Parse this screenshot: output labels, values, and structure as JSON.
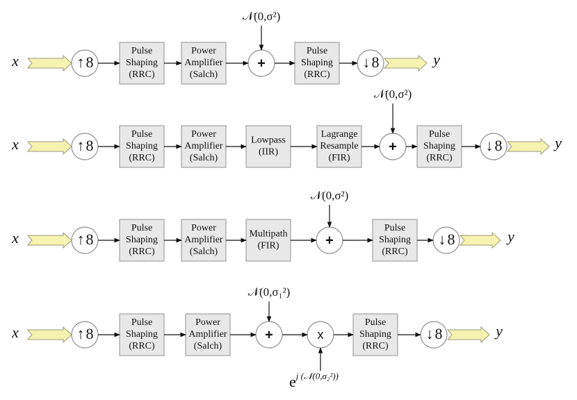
{
  "chains": [
    {
      "input": "x",
      "output": "y",
      "blocks": [
        {
          "kind": "up",
          "arrow": "↑",
          "factor": "8"
        },
        {
          "kind": "box",
          "lines": [
            "Pulse",
            "Shaping",
            "(RRC)"
          ]
        },
        {
          "kind": "box",
          "lines": [
            "Power",
            "Amplifier",
            "(Salch)"
          ]
        },
        {
          "kind": "sum",
          "op": "+",
          "noise": "𝒩(0,σ²)"
        },
        {
          "kind": "box",
          "lines": [
            "Pulse",
            "Shaping",
            "(RRC)"
          ]
        },
        {
          "kind": "down",
          "arrow": "↓",
          "factor": "8"
        }
      ]
    },
    {
      "input": "x",
      "output": "y",
      "blocks": [
        {
          "kind": "up",
          "arrow": "↑",
          "factor": "8"
        },
        {
          "kind": "box",
          "lines": [
            "Pulse",
            "Shaping",
            "(RRC)"
          ]
        },
        {
          "kind": "box",
          "lines": [
            "Power",
            "Amplifier",
            "(Salch)"
          ]
        },
        {
          "kind": "box",
          "lines": [
            "Lowpass",
            "(IIR)"
          ]
        },
        {
          "kind": "box",
          "lines": [
            "Lagrange",
            "Resample",
            "(FIR)"
          ]
        },
        {
          "kind": "sum",
          "op": "+",
          "noise": "𝒩(0,σ²)"
        },
        {
          "kind": "box",
          "lines": [
            "Pulse",
            "Shaping",
            "(RRC)"
          ]
        },
        {
          "kind": "down",
          "arrow": "↓",
          "factor": "8"
        }
      ]
    },
    {
      "input": "x",
      "output": "y",
      "blocks": [
        {
          "kind": "up",
          "arrow": "↑",
          "factor": "8"
        },
        {
          "kind": "box",
          "lines": [
            "Pulse",
            "Shaping",
            "(RRC)"
          ]
        },
        {
          "kind": "box",
          "lines": [
            "Power",
            "Amplifier",
            "(Salch)"
          ]
        },
        {
          "kind": "box",
          "lines": [
            "Multipath",
            "(FIR)"
          ]
        },
        {
          "kind": "sum",
          "op": "+",
          "noise": "𝒩(0,σ²)"
        },
        {
          "kind": "box",
          "lines": [
            "Pulse",
            "Shaping",
            "(RRC)"
          ]
        },
        {
          "kind": "down",
          "arrow": "↓",
          "factor": "8"
        }
      ]
    },
    {
      "input": "x",
      "output": "y",
      "blocks": [
        {
          "kind": "up",
          "arrow": "↑",
          "factor": "8"
        },
        {
          "kind": "box",
          "lines": [
            "Pulse",
            "Shaping",
            "(RRC)"
          ]
        },
        {
          "kind": "box",
          "lines": [
            "Power",
            "Amplifier",
            "(Salch)"
          ]
        },
        {
          "kind": "sum",
          "op": "+",
          "noise": "𝒩(0,σ₁²)"
        },
        {
          "kind": "mult",
          "op": "x",
          "phase": "e^{ j(𝒩(0,σ₂²)) }",
          "phase_base": "e",
          "phase_exp": "j (𝒩(0,σ₂²))"
        },
        {
          "kind": "box",
          "lines": [
            "Pulse",
            "Shaping",
            "(RRC)"
          ]
        },
        {
          "kind": "down",
          "arrow": "↓",
          "factor": "8"
        }
      ]
    }
  ]
}
